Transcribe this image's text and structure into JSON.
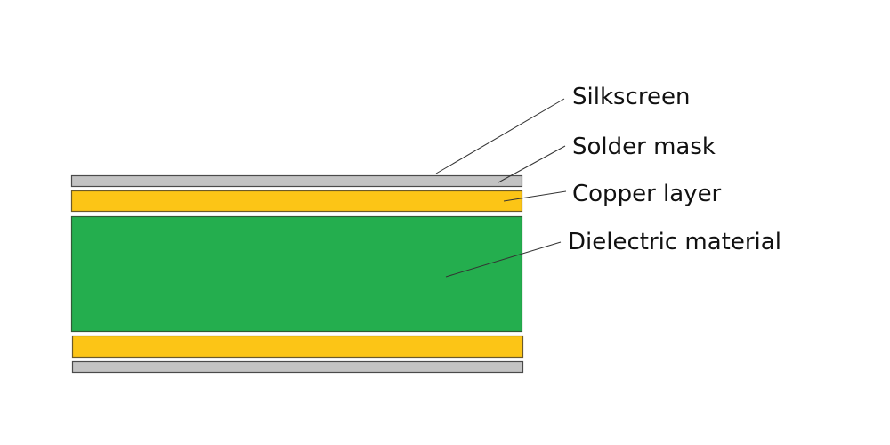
{
  "labels": {
    "silkscreen": "Silkscreen",
    "solder_mask": "Solder mask",
    "copper_layer": "Copper layer",
    "dielectric": "Dielectric material"
  },
  "colors": {
    "silkscreen": "#c3c3c3",
    "copper": "#fcc516",
    "dielectric": "#24ae4e",
    "outline": "#4a4a4a"
  }
}
